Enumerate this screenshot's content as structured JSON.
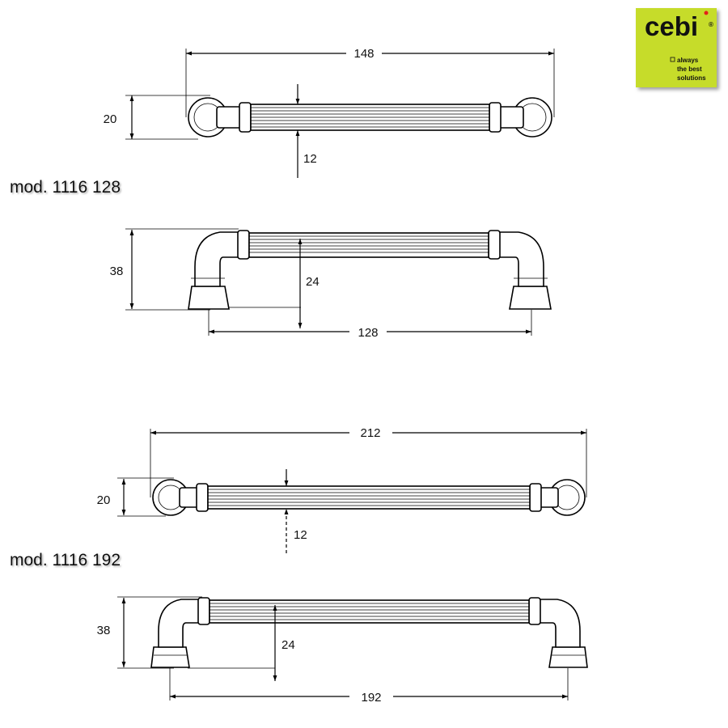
{
  "logo": {
    "brand": "cebi",
    "registered": "®",
    "tagline_line1": "always",
    "tagline_line2": "the best",
    "tagline_line3": "solutions",
    "background_color": "#c6dc2c",
    "text_color": "#111111"
  },
  "model_128": {
    "label": "mod. 1116 128",
    "top_view": {
      "overall_length": "148",
      "end_height": "20",
      "bar_diameter": "12"
    },
    "side_view": {
      "height": "38",
      "bar_offset": "24",
      "center_distance": "128"
    }
  },
  "model_192": {
    "label": "mod. 1116 192",
    "top_view": {
      "overall_length": "212",
      "end_height": "20",
      "bar_diameter": "12"
    },
    "side_view": {
      "height": "38",
      "bar_offset": "24",
      "center_distance": "192"
    }
  }
}
